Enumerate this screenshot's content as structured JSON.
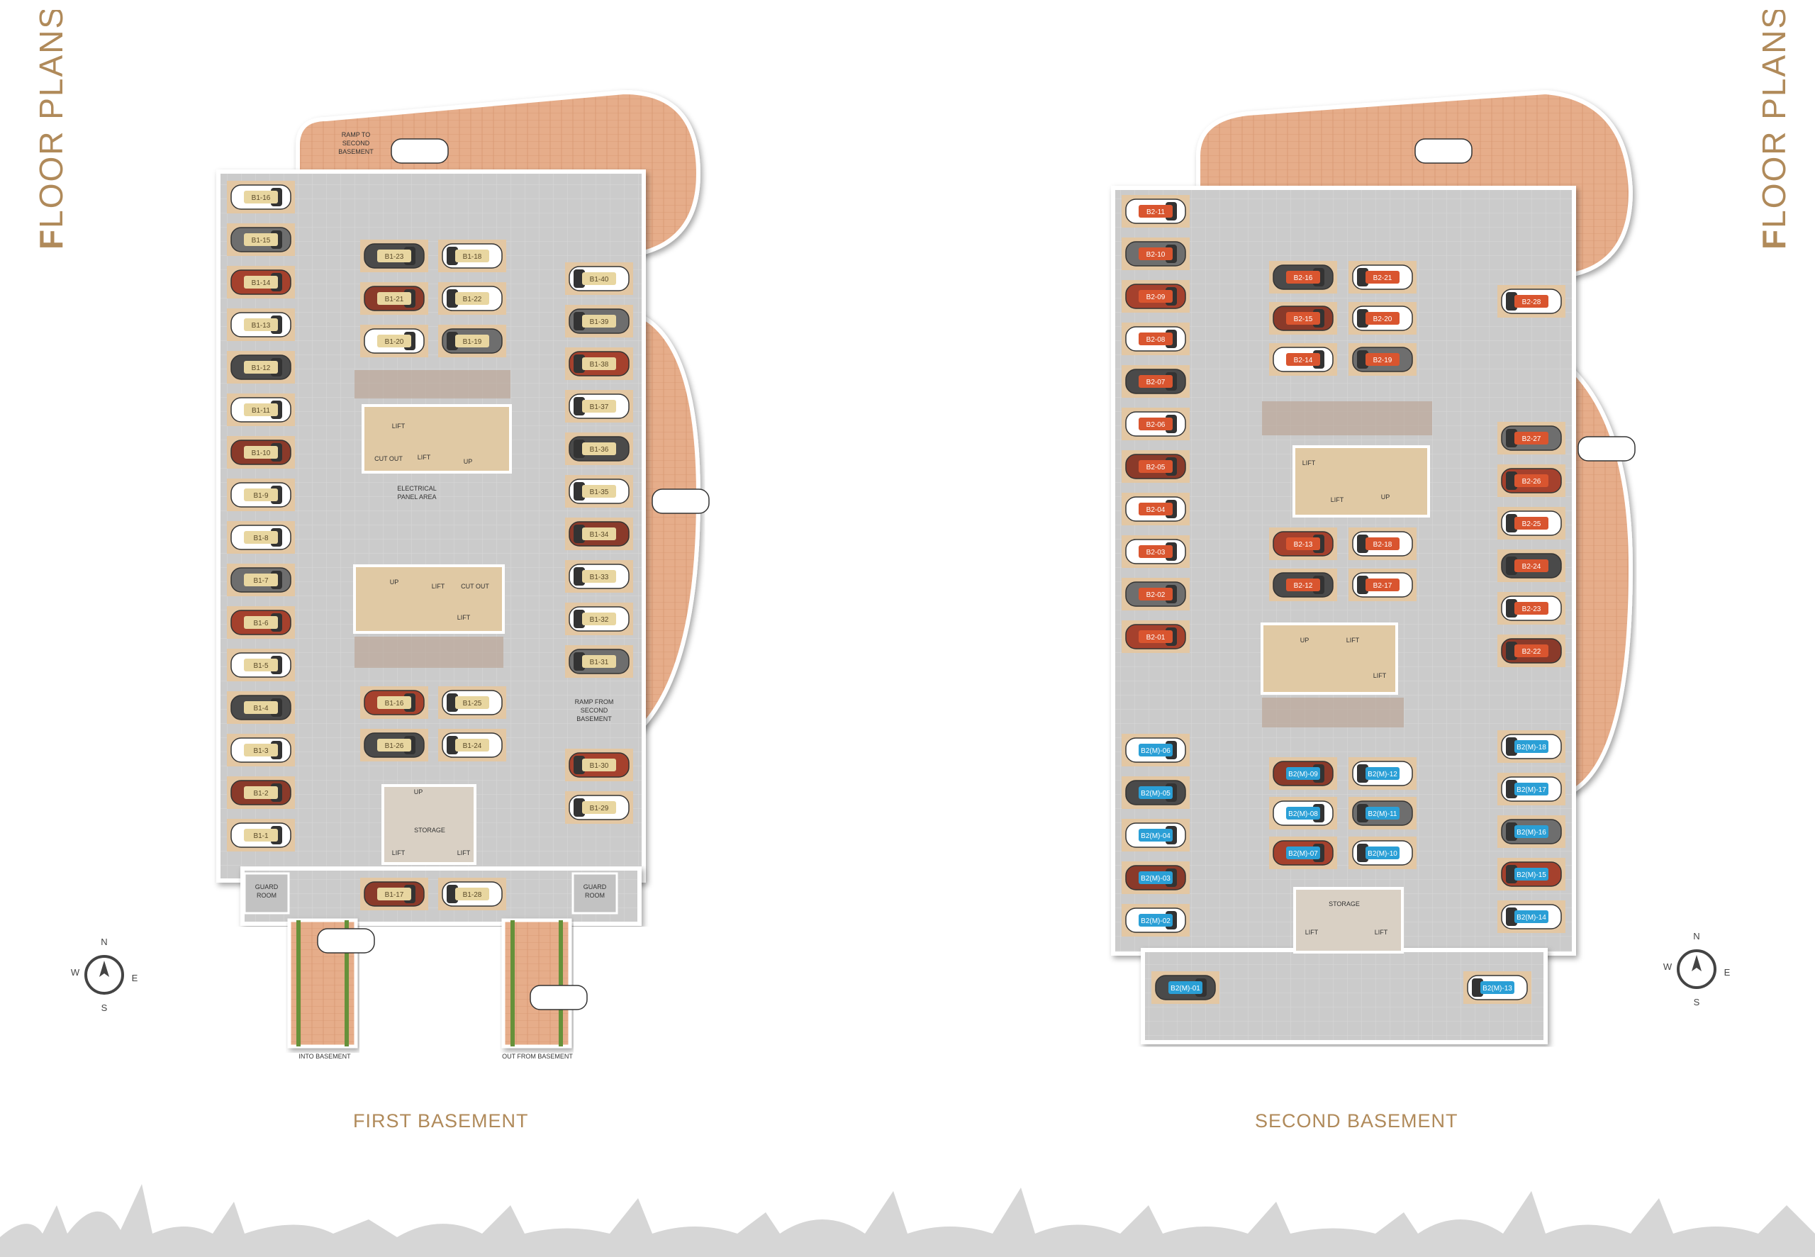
{
  "page": {
    "side_title_first_letter": "F",
    "side_title_rest": "LOOR PLANS",
    "colors": {
      "accent": "#b08a5a",
      "ramp": "#e6ad8a",
      "floor": "#c9c9c9",
      "bay": "#e3c7a3",
      "wall": "#ffffff",
      "label_b2": "#d9552f",
      "label_b2m": "#2a9fd6",
      "label_b1": "#e8d6a0",
      "grass": "#66913a"
    }
  },
  "first_basement": {
    "caption": "FIRST BASEMENT",
    "ramp_to_second": [
      "RAMP TO",
      "SECOND",
      "BASEMENT"
    ],
    "ramp_from_second": [
      "RAMP FROM",
      "SECOND",
      "BASEMENT"
    ],
    "electrical": [
      "ELECTRICAL",
      "PANEL AREA"
    ],
    "lift": "LIFT",
    "cut_out": "CUT OUT",
    "up": "UP",
    "storage": "STORAGE",
    "guard_room": [
      "GUARD",
      "ROOM"
    ],
    "into_basement": "INTO BASEMENT",
    "out_from_basement": "OUT FROM BASEMENT",
    "left_column": [
      "B1-16",
      "B1-15",
      "B1-14",
      "B1-13",
      "B1-12",
      "B1-11",
      "B1-10",
      "B1-9",
      "B1-8",
      "B1-7",
      "B1-6",
      "B1-5",
      "B1-4",
      "B1-3",
      "B1-2",
      "B1-1"
    ],
    "right_column": [
      "B1-40",
      "B1-39",
      "B1-38",
      "B1-37",
      "B1-36",
      "B1-35",
      "B1-34",
      "B1-33",
      "B1-32",
      "B1-31",
      "B1-30",
      "B1-29"
    ],
    "center_top": [
      "B1-23",
      "B1-18",
      "B1-21",
      "B1-22",
      "B1-20",
      "B1-19"
    ],
    "center_bottom": [
      "B1-16",
      "B1-25",
      "B1-26",
      "B1-24"
    ],
    "bottom_pair": [
      "B1-17",
      "B1-28"
    ]
  },
  "second_basement": {
    "caption": "SECOND BASEMENT",
    "lift": "LIFT",
    "up": "UP",
    "storage": "STORAGE",
    "left_column": [
      "B2-11",
      "B2-10",
      "B2-09",
      "B2-08",
      "B2-07",
      "B2-06",
      "B2-05",
      "B2-04",
      "B2-03",
      "B2-02",
      "B2-01"
    ],
    "left_column_m": [
      "B2(M)-06",
      "B2(M)-05",
      "B2(M)-04",
      "B2(M)-03",
      "B2(M)-02"
    ],
    "right_column": [
      "B2-28",
      "B2-27",
      "B2-26",
      "B2-25",
      "B2-24",
      "B2-23",
      "B2-22"
    ],
    "right_column_m": [
      "B2(M)-18",
      "B2(M)-17",
      "B2(M)-16",
      "B2(M)-15",
      "B2(M)-14"
    ],
    "center_top": [
      "B2-16",
      "B2-21",
      "B2-15",
      "B2-20",
      "B2-14",
      "B2-19"
    ],
    "center_mid": [
      "B2-13",
      "B2-18",
      "B2-12",
      "B2-17"
    ],
    "center_m": [
      "B2(M)-09",
      "B2(M)-12",
      "B2(M)-08",
      "B2(M)-11",
      "B2(M)-07",
      "B2(M)-10"
    ],
    "bottom_pair": [
      "B2(M)-01",
      "B2(M)-13"
    ]
  },
  "compass": {
    "n": "N",
    "e": "E",
    "s": "S",
    "w": "W"
  }
}
